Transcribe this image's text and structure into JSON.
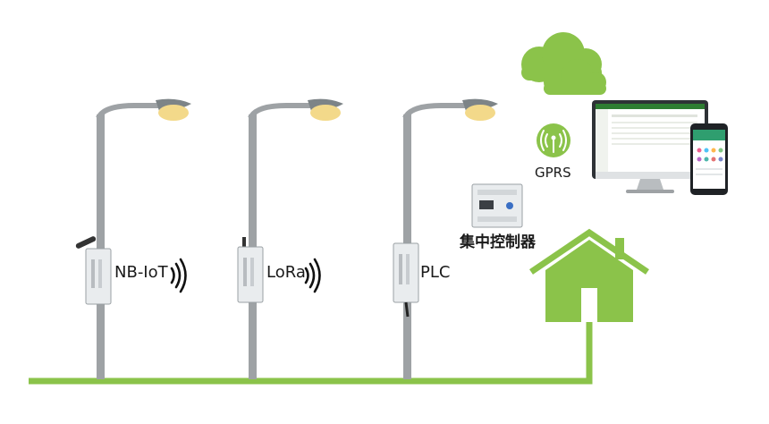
{
  "labels": {
    "nbiot": "NB-IoT",
    "lora": "LoRa",
    "plc": "PLC",
    "concentrator": "集中控制器",
    "gprs": "GPRS"
  },
  "colors": {
    "green": "#8bc34a",
    "pole": "#9ea2a5",
    "lamp_head": "#7d8487",
    "lamp_light": "#f3d98a",
    "device": "#e9ecee",
    "text": "#1a1a1a"
  },
  "icons": [
    "cloud-icon",
    "wireless-signal-icon",
    "gprs-antenna-icon",
    "house-icon",
    "monitor-icon",
    "smartphone-icon"
  ]
}
